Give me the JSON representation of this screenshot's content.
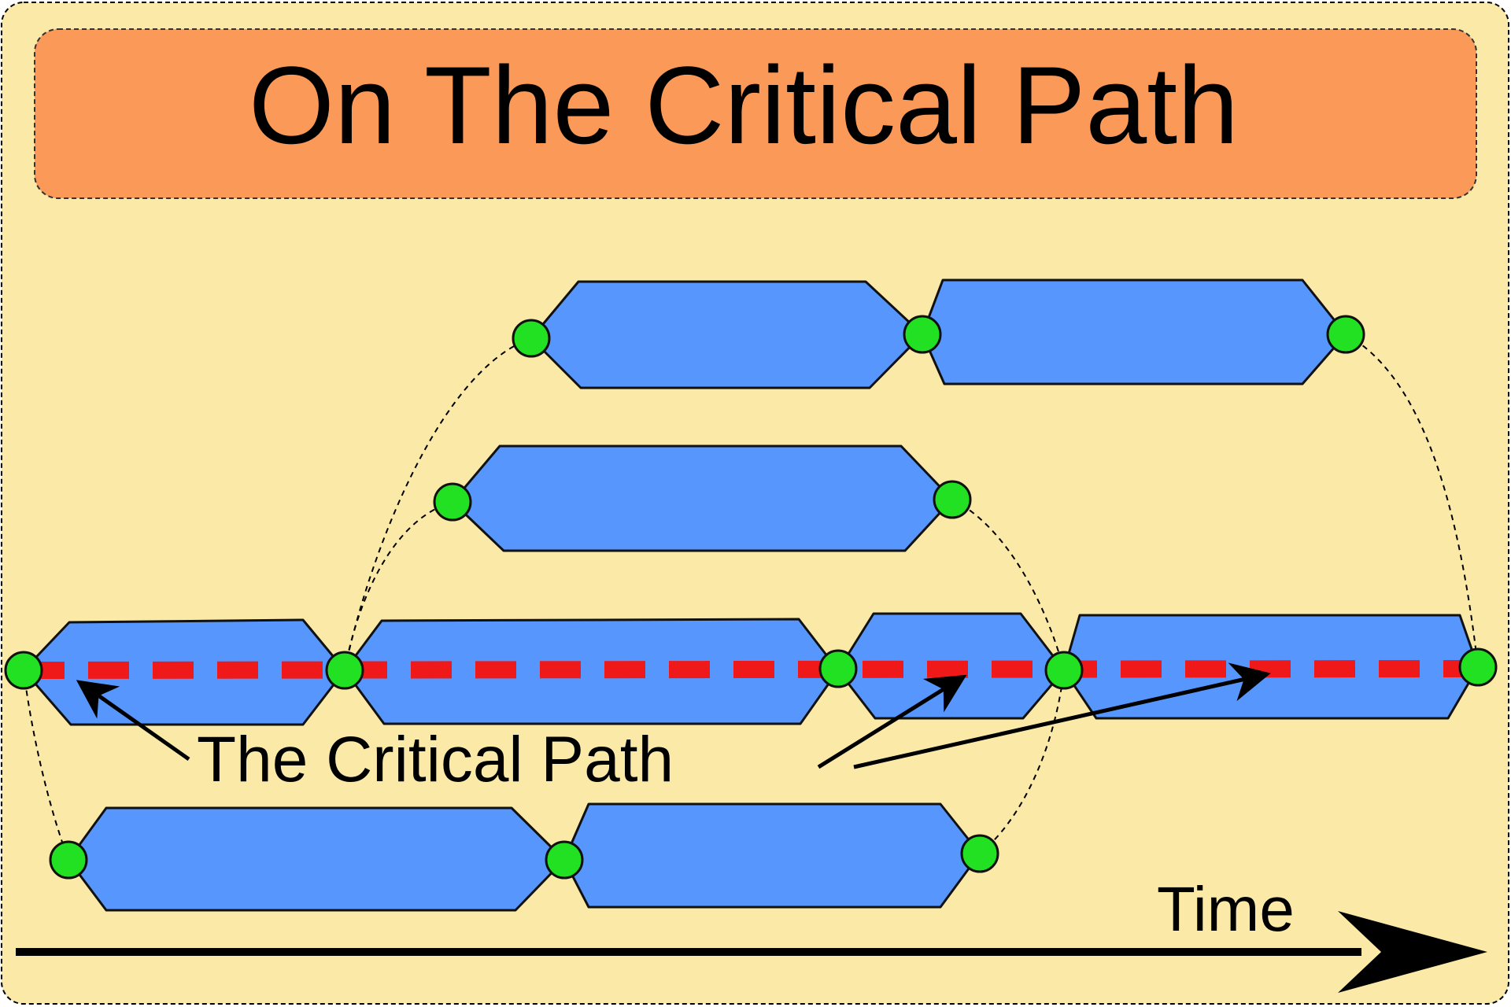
{
  "title": "On The Critical Path",
  "critical_path_label": "The Critical Path",
  "time_label": "Time",
  "colors": {
    "background": "#fbe9a8",
    "title_box": "#fb9a58",
    "task_fill": "#5797fd",
    "node_fill": "#22e122",
    "critical_path": "#f01919",
    "ink": "#000000"
  }
}
